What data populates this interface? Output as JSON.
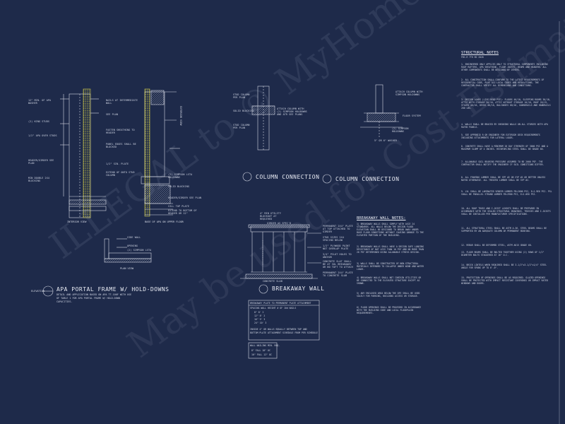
{
  "apa_detail": {
    "title": "APA PORTAL FRAME W/ HOLD-DOWNS",
    "subtitle_1": "DETAIL AND APPLICATION BASED ON APA TT-100F WITH USE",
    "subtitle_2": "OF TABLE 1 FOR APA PORTAL FRAME W/ HOLD-DOWN",
    "subtitle_3": "CAPACITIES.",
    "elevation_label": "ELEVATION",
    "interior_view": "INTERIOR VIEW",
    "exterior_view": "EXTERIOR VIEW",
    "plan_view": "PLAN VIEW",
    "base_label": "BASE OF APA ON UPPER FLOOR",
    "left_notes": [
      "12\" MIN. OF APA WASHER",
      "(2) KING STUDS",
      "1/2\" APA OVER STUDS",
      "HEADER/GIRDER SEE PLAN",
      "MIN DOUBLE 2X4 BLOCKING"
    ],
    "mid_notes": [
      "NAILS AT INTERMEDIATE WALL",
      "SEE PLAN",
      "FASTEN SHEATHING TO HEADER",
      "PANEL EDGES SHALL BE BLOCKED",
      "1/2\" SIN. PLATE",
      "EXTEND OF ONTO STUD COLUMN",
      "(2) SIMPSON LSTA HOLDOWNS",
      "SOLID BLOCKING",
      "HEADER/GIRDER SEE PLAN",
      "SILL TOP PLATE",
      "EXTEND TO BOTTOM OF HEADER OR 12\""
    ],
    "plan_notes": [
      "SIDE WALL",
      "OPENING",
      "(2) SIMPSON LSTA"
    ]
  },
  "column_connection_1": {
    "title": "COLUMN CONNECTION",
    "notes": [
      "STUD COLUMN PER PLAN",
      "SOLID BLOCKING",
      "STUD COLUMN PER PLAN",
      "ATTACH COLUMN WITH (2) SIMPSON HOLDOWNS AND ATR SEE PLANS"
    ]
  },
  "column_connection_2": {
    "title": "COLUMN CONNECTION",
    "notes": [
      "ATTACH COLUMN WITH SIMPSON HOLDOWNS",
      "FLOOR SYSTEM",
      "(2) SIMPSON HOLDOWNS",
      "5\" OR 6\" WASHER"
    ]
  },
  "breakaway_wall": {
    "title": "BREAKAWAY WALL",
    "top_note": "4\" MIN UTILITY BLOCKOUT AT REQUIRED",
    "girder_label": "GIRDER AS SPEC'D",
    "concrete_slab": "CONCRETE SLAB",
    "right_notes": [
      "PERMANENT 2X4\" PLATE AT TOP ATTACHED TO GIRDER",
      "STUD SIZES 2X4 SPACING BELOW",
      "1/2\" PLYWOOD PAINT NOT OVERLAP PLATE",
      "3/4\" PILOT HOLES TO ANCHOR",
      "CONCRETE SLAT SHALL BE AT SOL BREAKAWAY OR NO TOFT TO ATTACH",
      "PERMANENT 2X4\" PLATE TO CONCRETE SLAB"
    ],
    "table_title": "BREAKAWAY PLATE TO PERMANENT PLATE ATTACHMENT",
    "table_header": "SPACING   WALL HEIGHT   # OF 10d NAILS",
    "table_rows": [
      "8\"     8'      2",
      "12\"    8'      2",
      "16\"    9'      3",
      "24\"    10'     3"
    ],
    "wall_notes": [
      "INSIDE 4\" OR WALLS EQUALLY BETWEEN TOP AND",
      "BOTTOM PLATE ATTACHMENT SCHEDULE FROM PER SCHEDULE"
    ],
    "nails_title": "WALL NAILING MIN. REQ.",
    "nails_rows": [
      "8\" FALL    10\" OC",
      "10\" FALL   12\" OC"
    ]
  },
  "breakaway_notes": {
    "heading": "BREAKAWAY WALL NOTES:",
    "paragraphs": [
      "1) BREAKAWAY WALLS SHALL COMPLY WITH ASCE 24 STANDARDS. ALL WALLS BELOW THE DESIGN FLOOD ELEVATION SHALL BE DESIGNED TO BREAK AWAY UNDER BASE FLOOD CONDITIONS WITHOUT CAUSING DAMAGE TO THE ELEVATED PORTION OF THE BUILDING.",
      "2) BREAKAWAY WALLS SHALL HAVE A DESIGN SAFE LOADING RESISTANCE OF NOT LESS THAN 10 PSF AND NO MORE THAN 20 PSF DETERMINED USING ALLOWABLE STRESS DESIGN.",
      "3) WALLS SHALL BE CONSTRUCTED OF NON-STRUCTURAL MATERIALS INTENDED TO COLLAPSE UNDER WIND AND WATER LOADS.",
      "4) BREAKAWAY WALLS SHALL NOT CONTAIN UTILITIES OR BE CONNECTED TO THE ELEVATED STRUCTURE EXCEPT AS SHOWN.",
      "5) ANY ENCLOSED AREA BELOW THE DFE SHALL BE USED SOLELY FOR PARKING, BUILDING ACCESS OR STORAGE.",
      "6) FLOOD OPENINGS SHALL BE PROVIDED IN ACCORDANCE WITH THE BUILDING CODE AND LOCAL FLOODPLAIN REQUIREMENTS."
    ]
  },
  "structural_notes": {
    "heading": "STRUCTURAL NOTES",
    "subheading": "FBC-R 7TH ED 2020",
    "items": [
      "1. ENGINEERED ONLY APPLIES ONLY TO STRUCTURAL COMPONENTS INCLUDING ROOF RAFTERS, APA SHEATHING, FLOOR JOISTS, BEAMS AND HEADERS. ALL OTHER COMPONENTS SHALL BE DESIGNED BY OTHERS.",
      "2. ALL CONSTRUCTION SHALL CONFORM TO THE LATEST REQUIREMENTS OF RESIDENTIAL CODE, PLUS ALL LOCAL CODES AND REGULATIONS. THE CONTRACTOR SHALL VERIFY ALL DIMENSIONS AND CONDITIONS.",
      "3. DESIGN LOADS (LIVE/DEAD PSF): FLOORS 40/10, SLEEPING ROOMS 30/10, ATTIC WITH STORAGE 20/10, ATTIC WITHOUT STORAGE 10/10, ROOF 20/15, STAIRS 40/10, DECKS 40/10, BALCONIES 60/10, GUARDRAILS AND HANDRAILS 200 LBS.",
      "4. WALLS SHALL BE BRACED BY SHEARING WALLS ON ALL STORIES WITH APA RATED PANELS.",
      "5. SEE APPENDIX R OR ENGINEER FOR EXTERIOR DECK REQUIREMENTS INCLUDING ATTACHMENTS FOR LATERAL LOADS.",
      "6. CONCRETE SHALL HAVE A MINIMUM 28 DAY STRENGTH OF 3000 PSI AND A MAXIMUM SLUMP OF 4 INCHES. REINFORCING STEEL SHALL BE GRADE 60.",
      "7. ALLOWABLE SOIL BEARING PRESSURE ASSUMED TO BE 2000 PSF. THE CONTRACTOR SHALL NOTIFY THE ENGINEER IF SOIL CONDITIONS DIFFER.",
      "8. ALL FRAMING LUMBER SHALL BE SPF #2 OR SYP #2 OR BETTER UNLESS NOTED OTHERWISE. ALL TREATED LUMBER SHALL BE SYP #2.",
      "9. LVL SHALL BE LAMINATED VENEER LUMBER FB=2600 PSI, E=1.9E6 PSI. PSL SHALL BE PARALLEL STRAND LUMBER FB=2900 PSI, E=2.0E6 PSI.",
      "10. ALL ROOF TRUSS AND I-JOIST LAYOUTS SHALL BE PREPARED IN ACCORDANCE WITH THE SEALED STRUCTURAL DRAWINGS. TRUSSES AND I-JOISTS SHALL BE INSTALLED PER MANUFACTURER SPECIFICATIONS.",
      "11. ALL STRUCTURAL STEEL SHALL BE ASTM A-36. STEEL BEAMS SHALL BE SUPPORTED BY AN ADEQUATE COLUMN OR PERMANENT BEARING.",
      "12. REBAR SHALL BE DEFORMED STEEL, ASTM A615 GRADE 60.",
      "13. FLOOR BEAMS SHALL BE BOLTED TOGETHER USING (2) ROWS OF 1/2\" DIAMETER BOLTS STAGGERED AT 16\" O.C.",
      "14. BRICK LINTELS WHEN REQUIRED SHALL BE 3-1/2\"x3-1/2\"x1/4\" STEEL ANGLE FOR SPANS UP TO 6'-0\".",
      "15. PROTECTION OF OPENINGS SHALL BE AS REQUIRED. GLAZED OPENINGS SHALL BE PROTECTED WITH IMPACT RESISTANT COVERINGS OR IMPACT RATED WINDOWS AND DOORS."
    ]
  },
  "watermark": {
    "line1": "ILLEGAL to © MyHomeFloorPlans.com",
    "line2": "May be used for Cost Estimations"
  }
}
